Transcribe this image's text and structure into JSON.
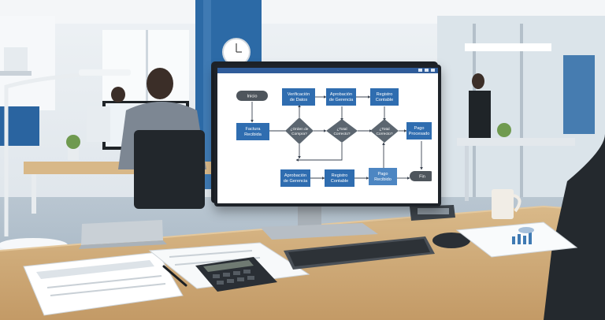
{
  "flowchart": {
    "start": "Inicio",
    "invoice_received": [
      "Factura",
      "Recibida"
    ],
    "data_verification": [
      "Verificación",
      "de Datos"
    ],
    "po_decision": [
      "¿Orden de",
      "Compra?"
    ],
    "mgmt_approval_top": [
      "Aprobación",
      "de Gerencia"
    ],
    "total_decision_1": [
      "¿Total",
      "Correcto?"
    ],
    "accounting_record_top": [
      "Registro",
      "Contable"
    ],
    "total_decision_2": [
      "¿Total",
      "Correcto?"
    ],
    "payment_processed": [
      "Pago",
      "Procesado"
    ],
    "mgmt_approval_bottom": [
      "Aprobación",
      "de Gerencia"
    ],
    "accounting_record_bottom": [
      "Registro",
      "Contable"
    ],
    "payment_received": [
      "Pago",
      "Recibido"
    ],
    "end": "Fin"
  },
  "colors": {
    "process": "#2f6db0",
    "decision": "#5c6670",
    "terminal": "#4e555c",
    "arrow": "#3a4350"
  }
}
